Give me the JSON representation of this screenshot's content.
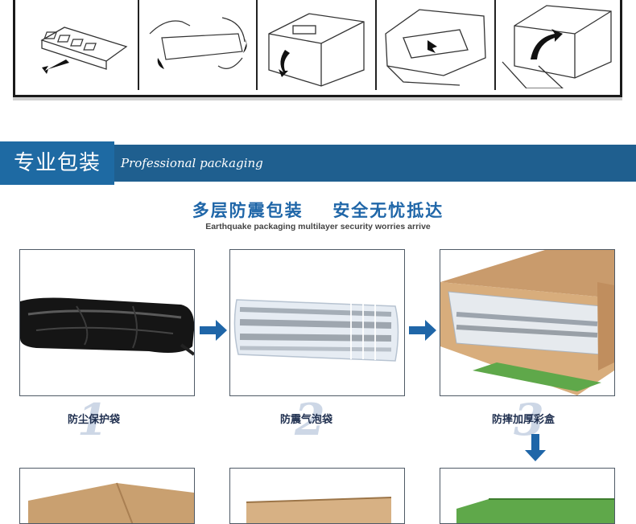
{
  "banner": {
    "title_cn": "专业包装",
    "title_en": "Professional packaging"
  },
  "headline": {
    "left": "多层防震包装",
    "right": "安全无忧抵达",
    "subtitle": "Earthquake packaging multilayer security worries arrive"
  },
  "steps": [
    {
      "number": "1",
      "caption": "防尘保护袋"
    },
    {
      "number": "2",
      "caption": "防震气泡袋"
    },
    {
      "number": "3",
      "caption": "防摔加厚彩盒"
    }
  ],
  "colors": {
    "banner_dark": "#1f5f8f",
    "banner_tab": "#1e6aa3",
    "headline": "#1f66a8",
    "arrow": "#1f66a8"
  }
}
